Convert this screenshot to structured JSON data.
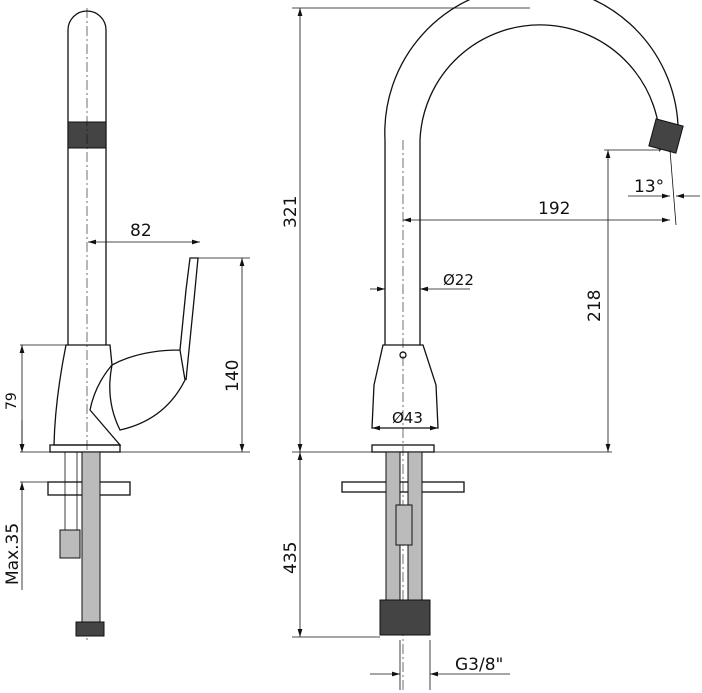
{
  "dimensions": {
    "lever_reach": "82",
    "lever_height": "140",
    "body_height": "79",
    "max_counter_thickness": "Max.35",
    "total_height": "321",
    "spout_reach": "192",
    "spout_angle": "13°",
    "spout_clearance": "218",
    "tube_diameter": "Ø22",
    "base_diameter": "Ø43",
    "hose_length": "435",
    "connection_thread": "G3/8\""
  }
}
